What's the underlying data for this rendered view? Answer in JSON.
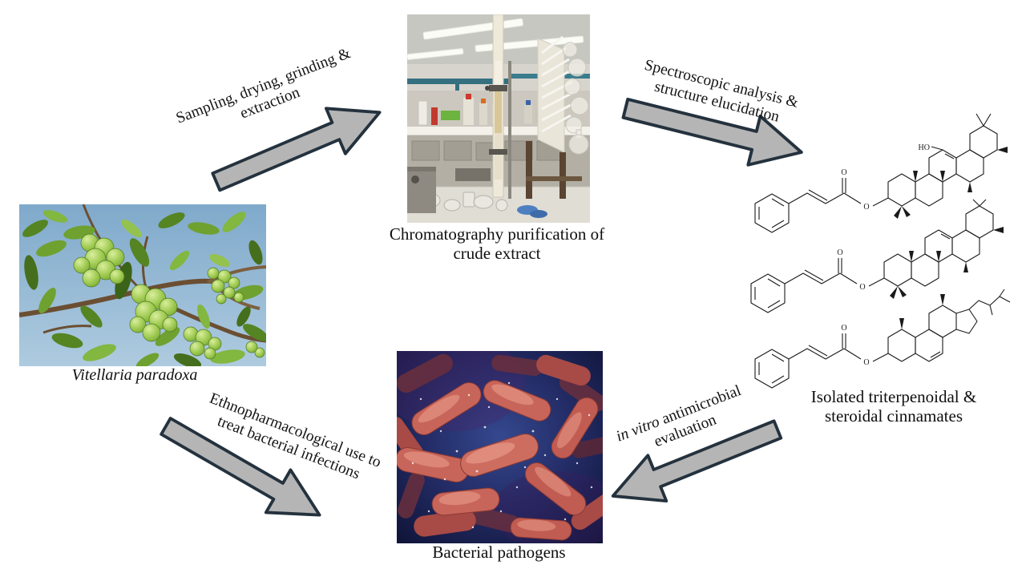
{
  "arrows": {
    "sampling": {
      "line1": "Sampling, drying, grinding &",
      "line2": "extraction"
    },
    "spectroscopy": {
      "line1": "Spectroscopic analysis &",
      "line2": "structure elucidation"
    },
    "ethnopharmacology": {
      "line1": "Ethnopharmacological use to",
      "line2": "treat bacterial infections"
    },
    "antimicrobial": {
      "italic_part": "in vitro",
      "line1_rest": " antimicrobial",
      "line2": "evaluation"
    }
  },
  "captions": {
    "plant": "Vitellaria paradoxa",
    "chromatography_line1": "Chromatography purification of",
    "chromatography_line2": "crude extract",
    "compounds_line1": "Isolated triterpenoidal &",
    "compounds_line2": "steroidal cinnamates",
    "bacteria": "Bacterial pathogens"
  },
  "molecule_labels": {
    "hydroxyl": "HO",
    "carbonyl_oxygen": "O",
    "ester_oxygen": "O"
  },
  "colors": {
    "arrow_fill": "#b5b5b5",
    "arrow_stroke": "#24323e",
    "text": "#111111",
    "background": "#ffffff"
  }
}
